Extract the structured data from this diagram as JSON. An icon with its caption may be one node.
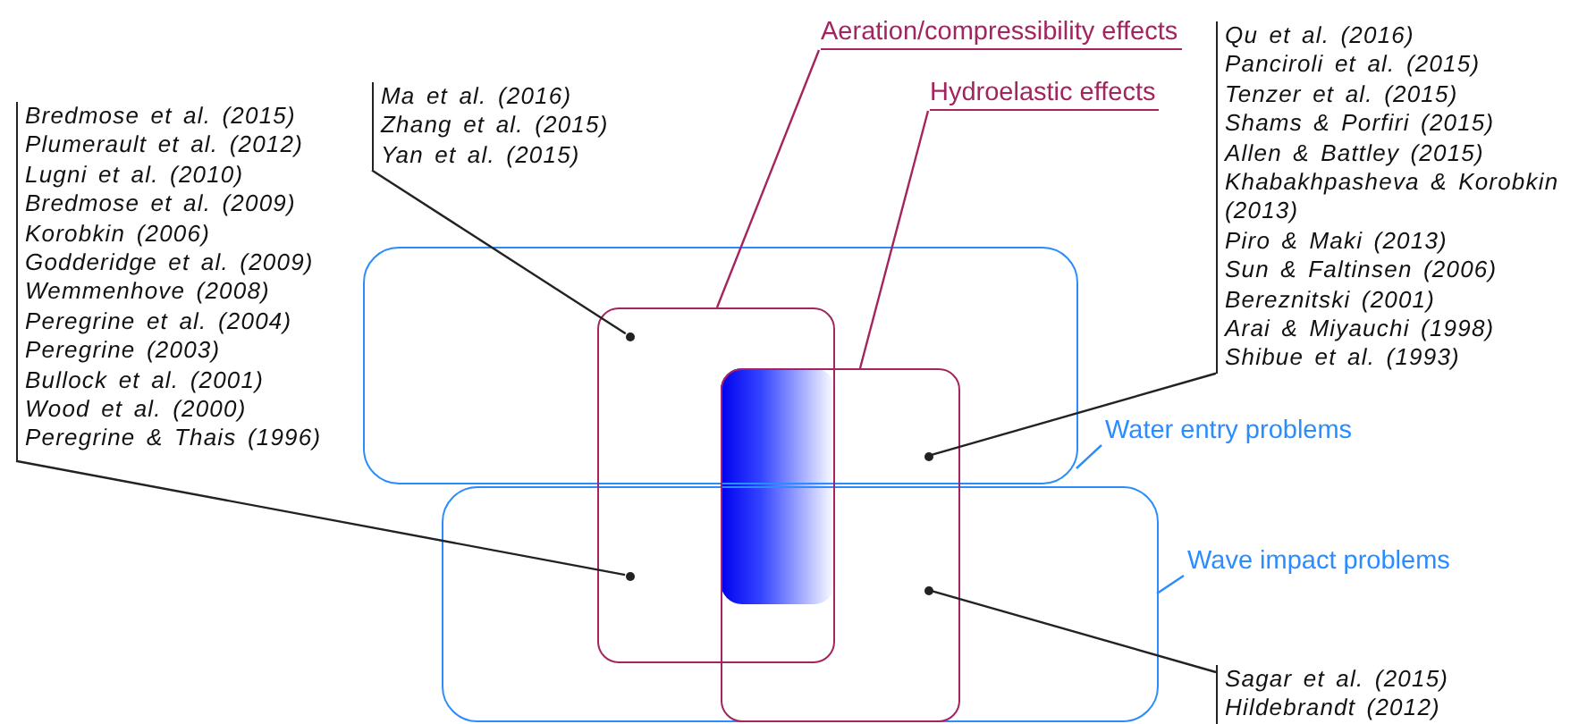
{
  "diagram": {
    "nodes": [
      {
        "text": [
          "Aeration/compressibility effects"
        ]
      },
      {
        "text": [
          "Hydroelastic effects"
        ]
      },
      {
        "text": [
          "Water entry problems"
        ]
      },
      {
        "text": [
          "Wave impact problems"
        ]
      },
      {
        "text": [],
        "shape": "box"
      },
      {
        "text": [],
        "shape": "box"
      },
      {
        "text": [],
        "shape": "box"
      },
      {
        "text": [],
        "shape": "box"
      },
      {
        "text": [],
        "shape": "bar"
      },
      {
        "text": [
          "Bredmose et al. (2015)",
          "Plumerault et al. (2012)",
          "Lugni et al. (2010)",
          "Bredmose et al. (2009)",
          "Korobkin (2006)",
          "Godderidge et al. (2009)",
          "Wemmenhove (2008)",
          "Peregrine et al. (2004)",
          "Peregrine (2003)",
          "Bullock et al. (2001)",
          "Wood et al. (2000)",
          "Peregrine & Thais (1996)"
        ]
      },
      {
        "text": [
          "Ma et al. (2016)",
          "Zhang et al. (2015)",
          "Yan et al. (2015)"
        ]
      },
      {
        "text": [
          "Qu et al. (2016)",
          "Panciroli et al. (2015)",
          "Tenzer et al. (2015)",
          "Shams & Porfiri (2015)",
          "Allen & Battley (2015)",
          "Khabakhpasheva & Korobkin (2013)",
          "Piro & Maki (2013)",
          "Sun & Faltinsen (2006)",
          "Bereznitski (2001)",
          "Arai & Miyauchi (1998)",
          "Shibue et al. (1993)"
        ]
      },
      {
        "text": [
          "Sagar et al. (2015)",
          "Hildebrandt (2012)"
        ]
      },
      {
        "text": [],
        "shape": "circle"
      },
      {
        "text": [],
        "shape": "circle"
      },
      {
        "text": [],
        "shape": "circle"
      },
      {
        "text": [],
        "shape": "circle"
      }
    ],
    "edges": [
      {
        "from": 0,
        "to": 6,
        "arrow": "none",
        "color": "#a3245e"
      },
      {
        "from": 1,
        "to": 7,
        "arrow": "none",
        "color": "#a3245e"
      },
      {
        "from": 2,
        "to": 4,
        "arrow": "none",
        "color": "#2b8cff"
      },
      {
        "from": 3,
        "to": 5,
        "arrow": "none",
        "color": "#2b8cff"
      },
      {
        "from": 10,
        "to": 13,
        "arrow": "none"
      },
      {
        "from": 11,
        "to": 14,
        "arrow": "none"
      },
      {
        "from": 9,
        "to": 15,
        "arrow": "none"
      },
      {
        "from": 12,
        "to": 16,
        "arrow": "none"
      }
    ]
  }
}
